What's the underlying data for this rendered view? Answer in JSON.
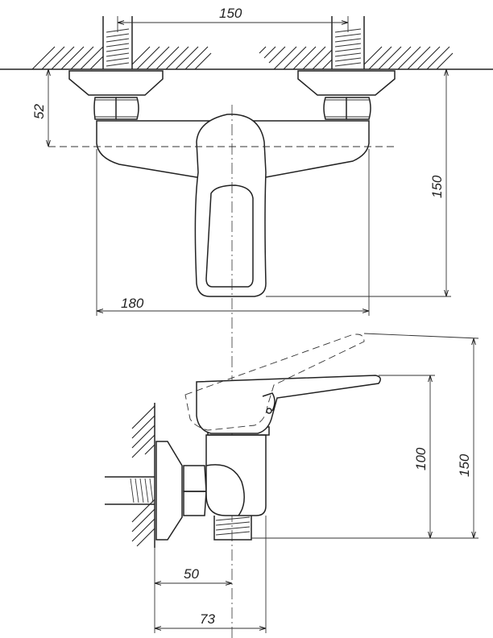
{
  "drawing": {
    "front_view": {
      "dim_pipe_spacing": "150",
      "dim_centerline_depth": "52",
      "dim_height": "150",
      "dim_width": "180"
    },
    "side_view": {
      "dim_handle_height": "150",
      "dim_outlet_height": "100",
      "dim_outlet_offset": "50",
      "dim_total_depth": "73"
    }
  }
}
